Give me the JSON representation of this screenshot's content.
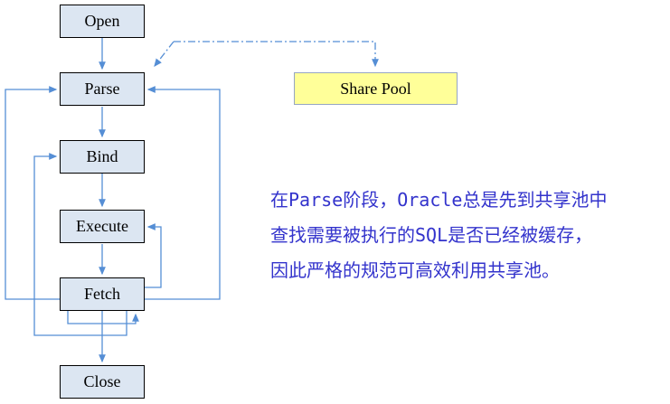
{
  "diagram": {
    "boxes": [
      {
        "id": "open",
        "label": "Open"
      },
      {
        "id": "parse",
        "label": "Parse"
      },
      {
        "id": "bind",
        "label": "Bind"
      },
      {
        "id": "execute",
        "label": "Execute"
      },
      {
        "id": "fetch",
        "label": "Fetch"
      },
      {
        "id": "close",
        "label": "Close"
      }
    ],
    "share_pool": {
      "label": "Share Pool"
    },
    "note": {
      "lines": [
        "在Parse阶段，Oracle总是先到共享池中",
        "查找需要被执行的SQL是否已经被缓存，",
        "因此严格的规范可高效利用共享池。"
      ],
      "color": "#3333cc"
    },
    "edges": [
      {
        "from": "Open",
        "to": "Parse",
        "type": "flow"
      },
      {
        "from": "Parse",
        "to": "Bind",
        "type": "flow"
      },
      {
        "from": "Bind",
        "to": "Execute",
        "type": "flow"
      },
      {
        "from": "Execute",
        "to": "Fetch",
        "type": "flow"
      },
      {
        "from": "Fetch",
        "to": "Close",
        "type": "flow"
      },
      {
        "from": "Fetch",
        "to": "Fetch",
        "type": "loop"
      },
      {
        "from": "Fetch",
        "to": "Execute",
        "type": "loop"
      },
      {
        "from": "Fetch",
        "to": "Bind",
        "type": "loop"
      },
      {
        "from": "Fetch",
        "to": "Parse",
        "type": "loop"
      },
      {
        "from": "Parse",
        "to": "Share Pool",
        "type": "dash-dot"
      }
    ],
    "colors": {
      "box_fill": "#dce6f2",
      "box_border": "#000000",
      "pool_fill": "#ffff99",
      "pool_border": "#95a5c3",
      "connector": "#558ed5",
      "note_text": "#3333cc"
    }
  }
}
